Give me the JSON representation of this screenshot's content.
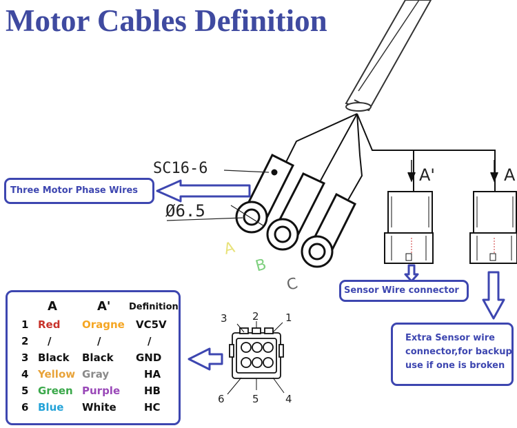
{
  "title": "Motor Cables Definition",
  "drawing_labels": {
    "lug_spec": "SC16-6",
    "diameter": "Ø6.5",
    "phase_a": "A",
    "phase_b": "B",
    "phase_c": "C",
    "sensor_a_prime": "A'",
    "sensor_a": "A",
    "pin_numbers": [
      "1",
      "2",
      "3",
      "4",
      "5",
      "6"
    ]
  },
  "callouts": {
    "phase_wires": "Three Motor Phase Wires",
    "sensor_connector": "Sensor Wire connector",
    "extra_sensor": [
      "Extra Sensor wire",
      "connector,for backup",
      "use if one is broken"
    ]
  },
  "pin_table": {
    "headers": {
      "a": "A",
      "a_prime": "A'",
      "definition": "Definition"
    },
    "rows": [
      {
        "pin": "1",
        "a": "Red",
        "a_prime": "Oragne",
        "definition": "VC5V"
      },
      {
        "pin": "2",
        "a": "/",
        "a_prime": "/",
        "definition": "/"
      },
      {
        "pin": "3",
        "a": "Black",
        "a_prime": "Black",
        "definition": "GND"
      },
      {
        "pin": "4",
        "a": "Yellow",
        "a_prime": "Gray",
        "definition": "HA"
      },
      {
        "pin": "5",
        "a": "Green",
        "a_prime": "Purple",
        "definition": "HB"
      },
      {
        "pin": "6",
        "a": "Blue",
        "a_prime": "White",
        "definition": "HC"
      }
    ]
  },
  "colors": {
    "title": "#3f4aa0",
    "callout": "#3d46b0",
    "phase_a_label": "#e8e27a",
    "phase_b_label": "#7fd07f",
    "phase_c_label": "#666666",
    "red": "#c8332b",
    "orange": "#f5a623",
    "yellow": "#e8a33a",
    "gray": "#8a8a8a",
    "green": "#3aa84a",
    "purple": "#9a49b8",
    "blue": "#24a3d8",
    "default_text": "#111111"
  }
}
